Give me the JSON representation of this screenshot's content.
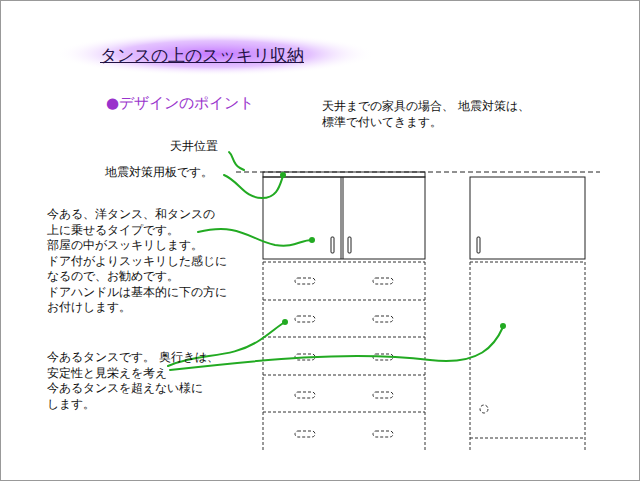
{
  "diagram": {
    "title": "タンスの上のスッキリ収納",
    "labels": [
      "●デザインのポイント",
      "天井までの家具の場合、 地震対策は、標準で付いてきます。",
      "天井位置",
      "地震対策用板です。",
      "今ある、洋タンス、和タンスの 上に乗せるタイプです。 部屋の中がスッキリします。 ドア付がよりスッキリした感じに なるので、お勧めです。 ドアハンドルは基本的に下の方に お付けします。",
      "今あるタンスです。 奥行きは、安定性と見栄えを考え 今あるタンスを超えない様に します。"
    ]
  }
}
